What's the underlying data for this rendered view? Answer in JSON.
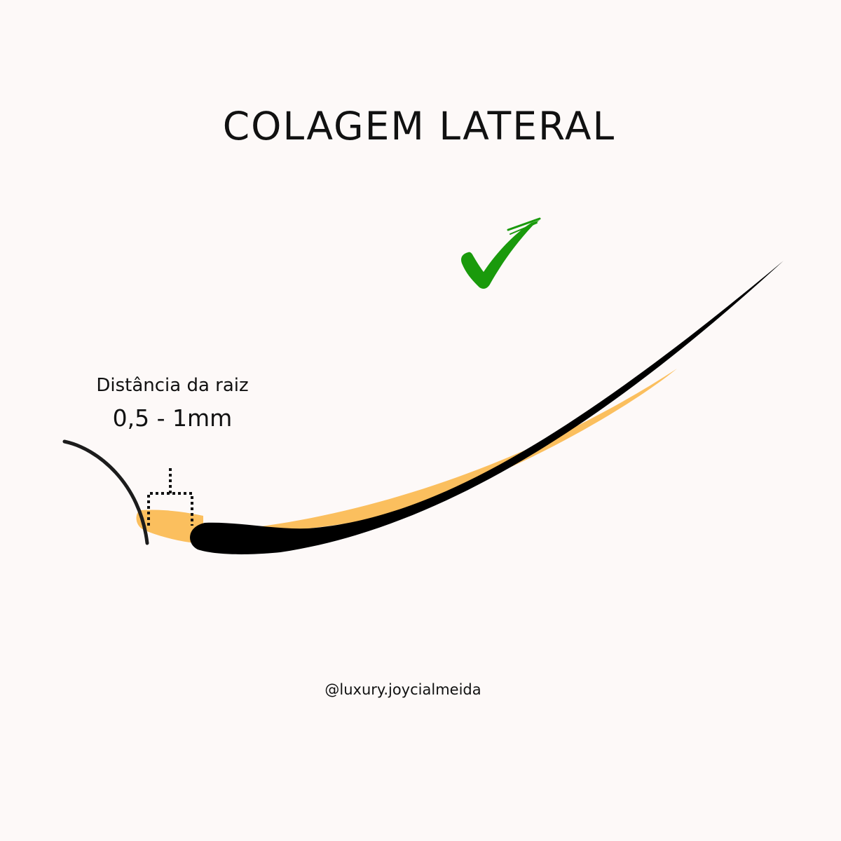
{
  "title": "COLAGEM LATERAL",
  "distance": {
    "label": "Distância da raiz",
    "value": "0,5 - 1mm"
  },
  "handle": "@luxury.joycialmeida",
  "colors": {
    "background": "#fdf9f8",
    "eyelash": "#000000",
    "natural_lash": "#1c1c1c",
    "glue": "#fbbf5e",
    "check": "#1a9a0c"
  },
  "icons": {
    "check": "check-mark-icon"
  }
}
